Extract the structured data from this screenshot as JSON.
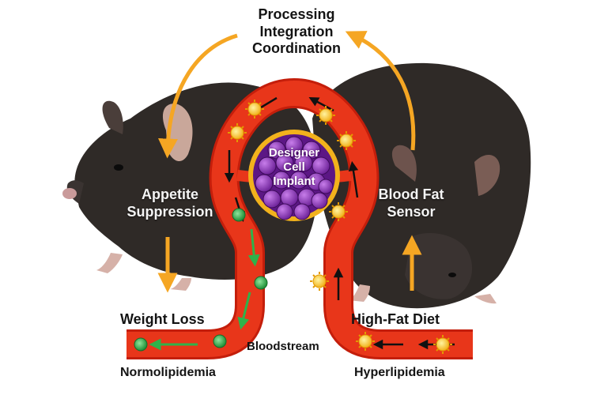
{
  "labels": {
    "processing": [
      "Processing",
      "Integration",
      "Coordination"
    ],
    "appetite": [
      "Appetite",
      "Suppression"
    ],
    "sensor": [
      "Blood Fat",
      "Sensor"
    ],
    "implant": [
      "Designer",
      "Cell",
      "Implant"
    ],
    "weight_loss": "Weight Loss",
    "high_fat_diet": "High-Fat Diet",
    "bloodstream": "Bloodstream",
    "normolipidemia": "Normolipidemia",
    "hyperlipidemia": "Hyperlipidemia"
  },
  "icons": {
    "fat_particle": "yellow-sun-particle-icon",
    "healthy_particle": "green-circle-particle-icon",
    "implant_cells": "purple-cell-cluster-icon"
  },
  "colors": {
    "vessel": "#e8361a",
    "vessel_dark": "#c41e0b",
    "process_arrow": "#f5a623",
    "fat_particle": "#f6c21c",
    "healthy_particle": "#2fb24a",
    "implant_cells": "#8a2fb8",
    "implant_ring": "#f2b21c"
  }
}
